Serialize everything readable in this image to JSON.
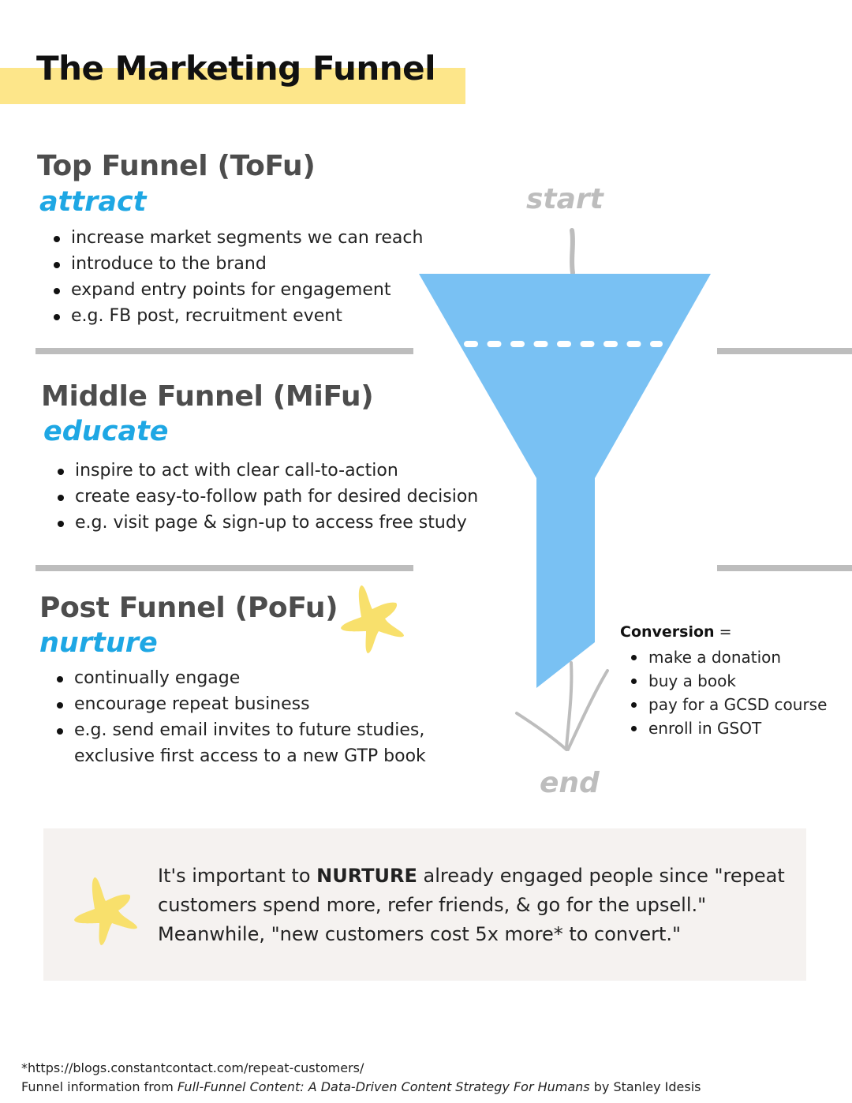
{
  "title": "The Marketing Funnel",
  "colors": {
    "accent_yellow": "#fde68a",
    "accent_blue": "#1ea7e4",
    "funnel_blue": "#79c1f3",
    "gray": "#bdbdbd",
    "star": "#f8e06c"
  },
  "tofu": {
    "heading": "Top Funnel (ToFu)",
    "sub": "attract",
    "bullets": [
      "increase market segments we can reach",
      "introduce to the brand",
      "expand entry points for engagement",
      "e.g. FB post, recruitment event"
    ]
  },
  "mifu": {
    "heading": "Middle Funnel (MiFu)",
    "sub": "educate",
    "bullets": [
      "inspire to act with clear call-to-action",
      "create easy-to-follow path for desired decision",
      "e.g. visit page & sign-up to access free study"
    ]
  },
  "pofu": {
    "heading": "Post Funnel (PoFu)",
    "sub": "nurture",
    "bullets": [
      "continually engage",
      "encourage repeat business",
      "e.g. send email invites to future studies, exclusive first access to a new GTP book"
    ]
  },
  "diagram": {
    "start_label": "start",
    "end_label": "end"
  },
  "conversion": {
    "title_bold": "Conversion",
    "title_rest": " =",
    "items": [
      "make a donation",
      "buy a book",
      "pay for a GCSD course",
      "enroll in GSOT"
    ]
  },
  "callout": {
    "part1": "It's important to ",
    "bold": "NURTURE",
    "part2": " already engaged people since \"repeat customers spend more, refer friends, & go for the upsell.\"  Meanwhile, \"new customers cost 5x more* to convert.\""
  },
  "footer": {
    "source_url": "*https://blogs.constantcontact.com/repeat-customers/",
    "credit_prefix": "Funnel information from ",
    "credit_title": "Full-Funnel Content: A Data-Driven Content Strategy For Humans",
    "credit_suffix": " by Stanley Idesis"
  }
}
